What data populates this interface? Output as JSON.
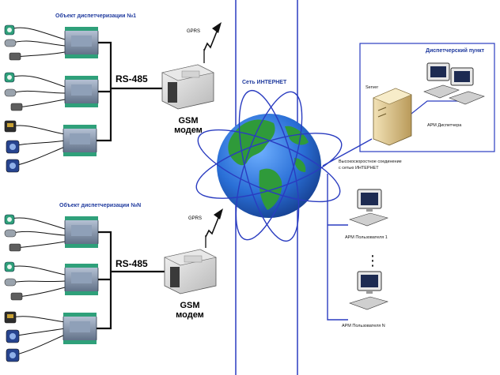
{
  "site_top": {
    "title": "Объект диспетчеризации №1"
  },
  "site_bottom": {
    "title": "Объект диспетчеризации №N"
  },
  "bus_label": "RS-485",
  "modem": {
    "line1": "GSM",
    "line2": "модем"
  },
  "gprs_label": "GPRS",
  "internet_label": "Сеть ИНТЕРНЕТ",
  "dispatch": {
    "title": "Диспетчерский пункт",
    "server_label": "Server",
    "workstation_label": "АРМ Диспетчера"
  },
  "connection_label": {
    "line1": "Высокоскоростное соединение",
    "line2": "с сетью ИНТЕРНЕТ"
  },
  "user1_label": "АРМ Пользователя 1",
  "userN_label": "АРМ Пользователя N",
  "dots": "⋮",
  "colors": {
    "title_blue": "#1f3a9e",
    "line_blue": "#2a3cc0",
    "ocean": "#2a6fd6",
    "land": "#2f9a3a",
    "module": "#6f7f96",
    "terminal": "#2fa07a"
  }
}
